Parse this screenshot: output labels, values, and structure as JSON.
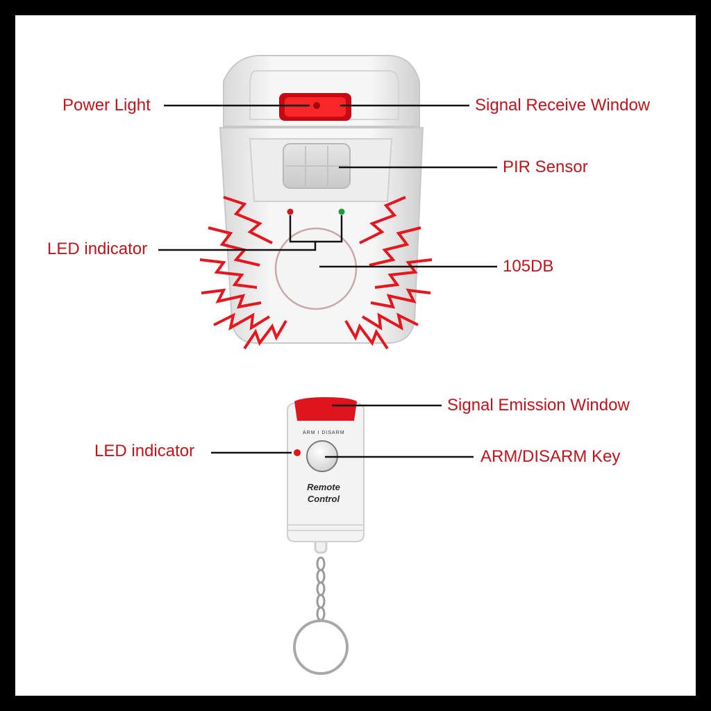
{
  "labels": {
    "power_light": "Power Light",
    "signal_receive_window": "Signal Receive Window",
    "pir_sensor": "PIR Sensor",
    "led_indicator_top": "LED indicator",
    "decibel": "105DB",
    "signal_emission_window": "Signal Emission Window",
    "led_indicator_remote": "LED indicator",
    "arm_disarm_key": "ARM/DISARM Key"
  },
  "remote": {
    "title_line1": "Remote",
    "title_line2": "Control",
    "key_legend": "ARM  I  DISARM"
  },
  "colors": {
    "frame": "#000000",
    "label_red": "#c0141c",
    "device_white": "#f2f2f2",
    "accent_red": "#e0141c",
    "led_green": "#1e9e3a",
    "leader_line": "#111111"
  }
}
